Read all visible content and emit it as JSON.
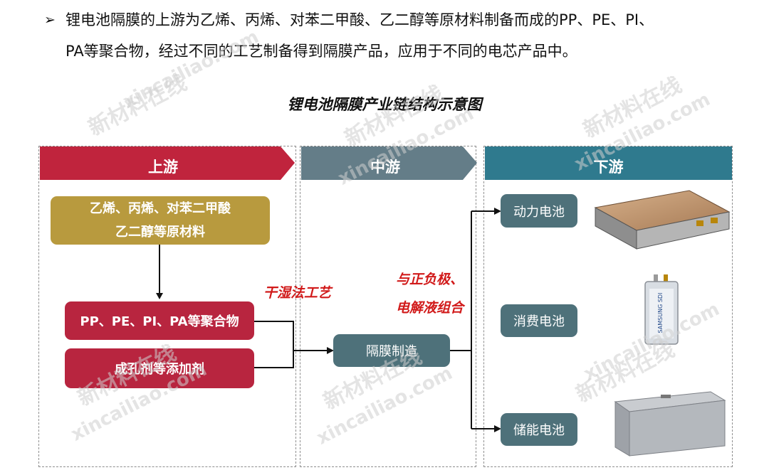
{
  "intro": {
    "bullet_marker": "➢",
    "line1": "锂电池隔膜的上游为乙烯、丙烯、对苯二甲酸、乙二醇等原材料制备而成的PP、PE、PI、",
    "line2": "PA等聚合物，经过不同的工艺制备得到隔膜产品，应用于不同的电芯产品中。"
  },
  "diagram": {
    "title": "锂电池隔膜产业链结构示意图",
    "upstream": {
      "header": "上游",
      "raw_materials_line1": "乙烯、丙烯、对苯二甲酸",
      "raw_materials_line2": "乙二醇等原材料",
      "polymers": "PP、PE、PI、PA等聚合物",
      "additives": "成孔剂等添加剂"
    },
    "midstream": {
      "header": "中游",
      "process_label": "干湿法工艺",
      "manufacturing": "隔膜制造"
    },
    "downstream": {
      "header": "下游",
      "combine_label_line1": "与正负极、",
      "combine_label_line2": "电解液组合",
      "power_battery": "动力电池",
      "consumer_battery": "消费电池",
      "storage_battery": "储能电池",
      "consumer_cell_print": "SAMSUNG SDI"
    }
  },
  "watermark": {
    "cn": "新材料在线",
    "en": "xincailiao.com"
  },
  "colors": {
    "upstream_header": "#c0243d",
    "midstream_header": "#647d88",
    "downstream_header": "#2f7a8e",
    "raw_box": "#b89a3e",
    "red_box": "#b8253f",
    "teal_box": "#4e717a",
    "annotation": "#d11a1a"
  }
}
